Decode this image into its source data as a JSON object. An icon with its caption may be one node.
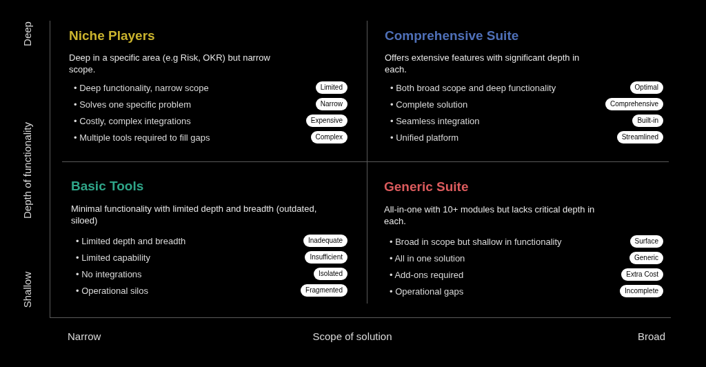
{
  "diagram": {
    "nodes": [
      {
        "text": [
          "Niche Players",
          "Deep in a specific area (e.g Risk, OKR) but narrow scope.",
          "• Deep functionality, narrow scope",
          "• Solves one specific problem",
          "• Costly, complex integrations",
          "• Multiple tools required to fill gaps"
        ]
      },
      {
        "text": [
          "Limited"
        ],
        "in": 0
      },
      {
        "text": [
          "Narrow"
        ],
        "in": 0
      },
      {
        "text": [
          "Expensive"
        ],
        "in": 0
      },
      {
        "text": [
          "Complex"
        ],
        "in": 0
      },
      {
        "text": [
          "Comprehensive Suite",
          "Offers extensive features with significant depth in each.",
          "• Both broad scope and deep functionality",
          "• Complete solution",
          "• Seamless integration",
          "• Unified platform"
        ]
      },
      {
        "text": [
          "Optimal"
        ],
        "in": 5
      },
      {
        "text": [
          "Comprehensive"
        ],
        "in": 5
      },
      {
        "text": [
          "Built-in"
        ],
        "in": 5
      },
      {
        "text": [
          "Streamlined"
        ],
        "in": 5
      },
      {
        "text": [
          "Basic Tools",
          "Minimal functionality with limited depth and breadth (outdated, siloed)",
          "• Limited depth and breadth",
          "• Limited capability",
          "• No integrations",
          "• Operational silos"
        ]
      },
      {
        "text": [
          "Inadequate"
        ],
        "in": 10
      },
      {
        "text": [
          "Insufficient"
        ],
        "in": 10
      },
      {
        "text": [
          "Isolated"
        ],
        "in": 10
      },
      {
        "text": [
          "Fragmented"
        ],
        "in": 10
      },
      {
        "text": [
          "Generic Suite",
          "All-in-one with 10+ modules but lacks critical depth in each.",
          "• Broad in scope but shallow in functionality",
          "• All in one solution",
          "• Add-ons required",
          "• Operational gaps"
        ]
      },
      {
        "text": [
          "Surface"
        ],
        "in": 15
      },
      {
        "text": [
          "Generic"
        ],
        "in": 15
      },
      {
        "text": [
          "Extra Cost"
        ],
        "in": 15
      },
      {
        "text": [
          "Incomplete"
        ],
        "in": 15
      }
    ],
    "labels": [
      "Deep",
      "Depth of functionality",
      "Shallow",
      "Narrow",
      "Scope of solution",
      "Broad"
    ]
  }
}
